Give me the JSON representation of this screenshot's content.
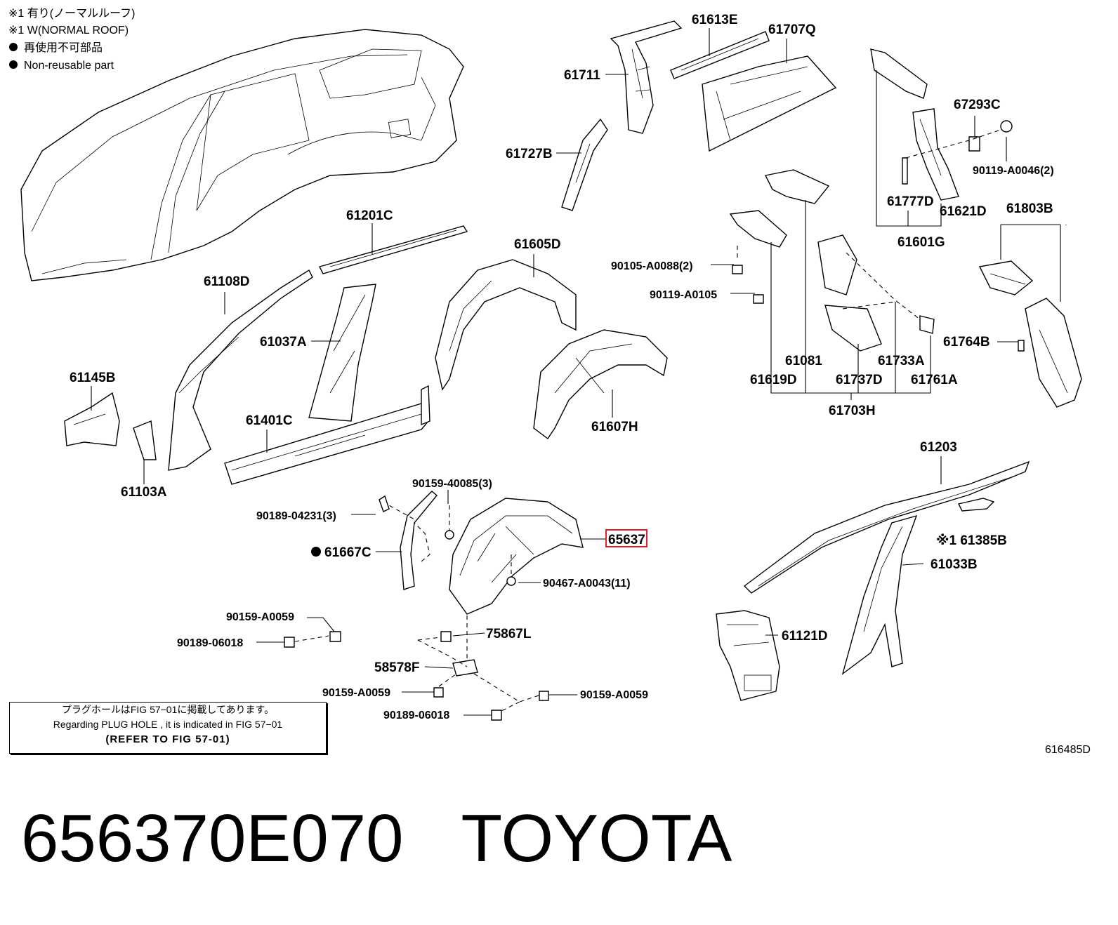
{
  "notes": {
    "line1": "※1 有り(ノーマルルーフ)",
    "line2": "※1 W(NORMAL ROOF)",
    "line3": "再使用不可部品",
    "line4": "Non-reusable part"
  },
  "plug_note": {
    "line1": "プラグホールはFIG 57−01に掲載してあります。",
    "line2": "Regarding PLUG HOLE , it is indicated in FIG 57−01",
    "line3": "(REFER TO FIG 57-01)"
  },
  "labels": {
    "p61613E": "61613E",
    "p61707Q": "61707Q",
    "p61711": "61711",
    "p61727B": "61727B",
    "p67293C": "67293C",
    "p90119A0046": "90119-A0046(2)",
    "p61777D": "61777D",
    "p61621D": "61621D",
    "p61601G": "61601G",
    "p61803B": "61803B",
    "p61201C": "61201C",
    "p61605D": "61605D",
    "p61108D": "61108D",
    "p61037A": "61037A",
    "p61145B": "61145B",
    "p61103A": "61103A",
    "p61401C": "61401C",
    "p61607H": "61607H",
    "p90105A0088": "90105-A0088(2)",
    "p90119A0105": "90119-A0105",
    "p61081": "61081",
    "p61733A": "61733A",
    "p61764B": "61764B",
    "p61619D": "61619D",
    "p61737D": "61737D",
    "p61761A": "61761A",
    "p61703H": "61703H",
    "p61203": "61203",
    "p90159_40085": "90159-40085(3)",
    "p90189_04231": "90189-04231(3)",
    "p61667C": "61667C",
    "p65637": "65637",
    "p90467A0043": "90467-A0043(11)",
    "p61385B": "※1 61385B",
    "p61033B": "61033B",
    "p90159A0059a": "90159-A0059",
    "p90189_06018a": "90189-06018",
    "p75867L": "75867L",
    "p58578F": "58578F",
    "p90159A0059b": "90159-A0059",
    "p90159A0059c": "90159-A0059",
    "p90189_06018b": "90189-06018",
    "p61121D": "61121D"
  },
  "ref_code": "616485D",
  "footer": {
    "part_number": "656370E070",
    "brand": "TOYOTA"
  },
  "colors": {
    "highlight": "#e0202a"
  }
}
